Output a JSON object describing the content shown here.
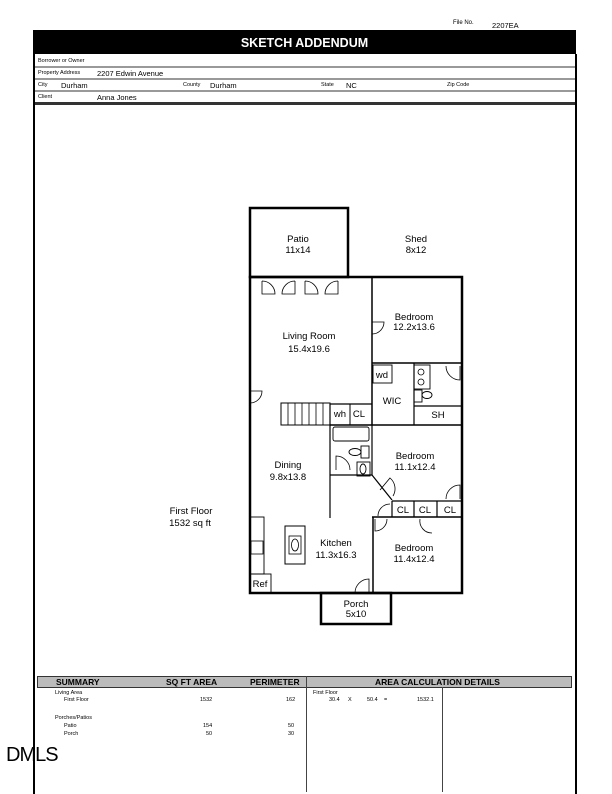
{
  "header": {
    "file_no_label": "File No.",
    "file_no": "2207EA",
    "title": "SKETCH ADDENDUM"
  },
  "fields": {
    "borrower_label": "Borrower or Owner",
    "borrower": "",
    "address_label": "Property Address",
    "address": "2207 Edwin Avenue",
    "city_label": "City",
    "city": "Durham",
    "county_label": "County",
    "county": "Durham",
    "state_label": "State",
    "state": "NC",
    "zip_label": "Zip Code",
    "zip": "",
    "client_label": "Client",
    "client": "Anna Jones"
  },
  "sketch": {
    "floor_label": "First Floor",
    "floor_area": "1532 sq ft",
    "rooms": [
      {
        "name": "Patio",
        "dims": "11x14"
      },
      {
        "name": "Shed",
        "dims": "8x12"
      },
      {
        "name": "Living Room",
        "dims": "15.4x19.6"
      },
      {
        "name": "Bedroom",
        "dims": "12.2x13.6"
      },
      {
        "name": "Dining",
        "dims": "9.8x13.8"
      },
      {
        "name": "Bedroom",
        "dims": "11.1x12.4"
      },
      {
        "name": "Kitchen",
        "dims": "11.3x16.3"
      },
      {
        "name": "Bedroom",
        "dims": "11.4x12.4"
      },
      {
        "name": "Porch",
        "dims": "5x10"
      }
    ],
    "labels": {
      "wd": "wd",
      "wic": "WIC",
      "sh": "SH",
      "wh": "wh",
      "cl": "CL",
      "ref": "Ref"
    }
  },
  "summary": {
    "headers": [
      "SUMMARY",
      "SQ FT AREA",
      "PERIMETER",
      "AREA CALCULATION DETAILS"
    ],
    "living_area_label": "Living Area",
    "rows_living": [
      {
        "name": "First Floor",
        "area": "1532",
        "perimeter": "162"
      }
    ],
    "porches_label": "Porches/Patios",
    "rows_porches": [
      {
        "name": "Patio",
        "area": "154",
        "perimeter": "50"
      },
      {
        "name": "Porch",
        "area": "50",
        "perimeter": "30"
      }
    ],
    "calc": {
      "floor": "First Floor",
      "a": "30.4",
      "op": "X",
      "b": "50.4",
      "eq": "=",
      "result": "1532.1"
    }
  },
  "watermark": "DMLS"
}
